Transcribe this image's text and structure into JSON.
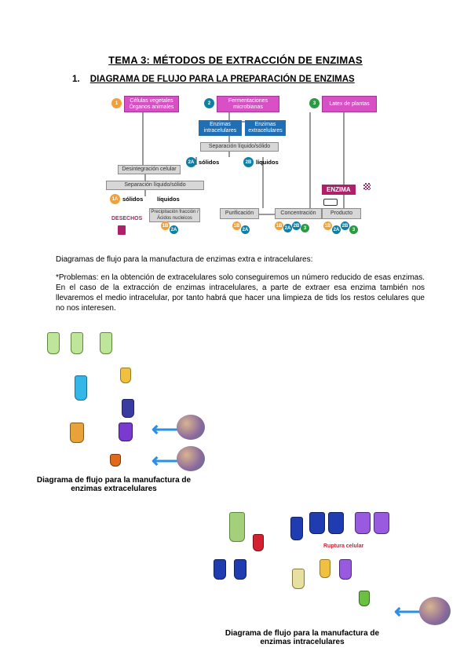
{
  "title": "TEMA 3: MÉTODOS DE EXTRACCIÓN DE ENZIMAS",
  "subtitle": {
    "number": "1.",
    "text": "DIAGRAMA DE FLUJO PARA LA PREPARACIÓN DE ENZIMAS"
  },
  "diagram": {
    "sources": [
      {
        "badge": "1",
        "label": "Células vegetales Órganos animales"
      },
      {
        "badge": "2",
        "label": "Fermentaciones microbianas"
      },
      {
        "badge": "3",
        "label": "Latex de plantas"
      }
    ],
    "fermentation_split": [
      "Enzimas intracelulares",
      "Enzimas extracelulares"
    ],
    "separation_top": "Separación líquido/sólido",
    "branch_top": {
      "solid_badge": "2A",
      "solid": "sólidos",
      "liquid_badge": "2B",
      "liquid": "líquidos"
    },
    "cell_disruption": "Desintegración celular",
    "separation_mid": "Separación líquido/sólido",
    "branch_mid": {
      "badge": "1A",
      "solid": "sólidos",
      "liquid": "líquidos"
    },
    "waste": "DESECHOS",
    "concentration_step": "Precipitación fracción / Ácidos nucleicos",
    "purification": "Purificación",
    "concentration": "Concentración",
    "product": "Producto",
    "enzyme_tag": "ENZIMA",
    "step_badges": [
      "1B",
      "2A",
      "1B",
      "2A",
      "1B",
      "2A",
      "2B",
      "3",
      "1B",
      "2A",
      "2B",
      "3"
    ]
  },
  "caption_main": "Diagramas de flujo para la manufactura de enzimas extra e intracelulares:",
  "problems": "*Problemas: en la obtención de extracelulares solo conseguiremos un número reducido de esas enzimas. En el caso de la extracción de enzimas intracelulares, a parte de extraer esa enzima también nos llevaremos el medio intracelular, por tanto habrá que hacer una limpieza de tids los restos celulares que no nos interesen.",
  "figure1": {
    "caption_line1": "Diagrama de flujo para la manufactura de",
    "caption_line2": "enzimas extracelulares"
  },
  "figure2": {
    "caption_line1": "Diagrama de flujo para la manufactura de",
    "caption_line2": "enzimas intracelulares",
    "rupture_label": "Ruptura celular"
  },
  "colors": {
    "pink": "#d94fc6",
    "blue": "#1e6fb5",
    "orange": "#f2a13a",
    "green": "#2b9b43",
    "enzyme": "#b0206a",
    "arrow": "#2a8fe6"
  }
}
